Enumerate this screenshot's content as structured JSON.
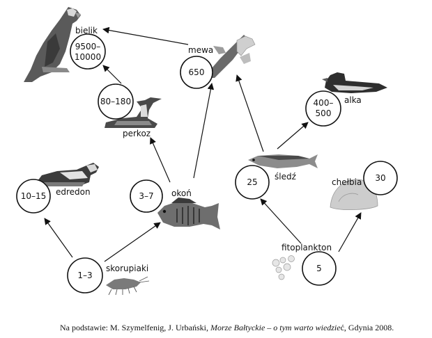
{
  "nodes": {
    "bielik": {
      "name": "bielik",
      "value_line1": "9500–",
      "value_line2": "10000"
    },
    "mewa": {
      "name": "mewa",
      "value": "650"
    },
    "perkoz": {
      "name": "perkoz",
      "value": "80–180"
    },
    "alka": {
      "name": "alka",
      "value_line1": "400–",
      "value_line2": "500"
    },
    "edredon": {
      "name": "edredon",
      "value": "10–15"
    },
    "okon": {
      "name": "okoń",
      "value": "3–7"
    },
    "sledz": {
      "name": "śledź",
      "value": "25"
    },
    "chelbia": {
      "name": "chełbia",
      "value": "30"
    },
    "skorupiaki": {
      "name": "skorupiaki",
      "value": "1–3"
    },
    "fitoplankton": {
      "name": "fitoplankton",
      "value": "5"
    }
  },
  "source": {
    "prefix": "Na podstawie: M. Szymelfenig, J. Urbański, ",
    "title": "Morze Bałtyckie – o tym warto wiedzie",
    "suffix": "ć, Gdynia 2008."
  }
}
